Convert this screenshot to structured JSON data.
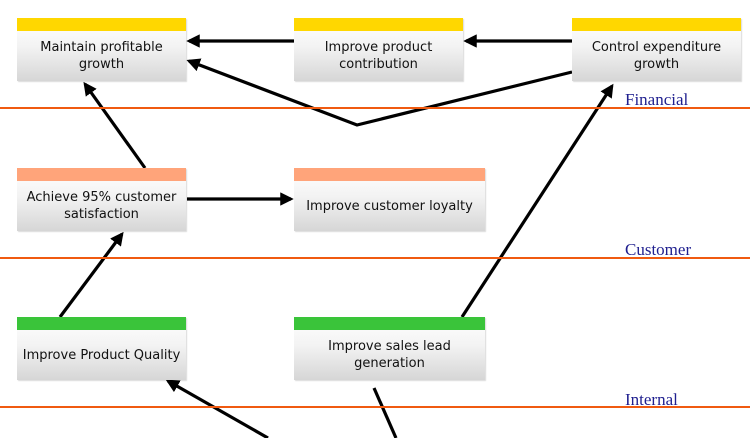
{
  "colors": {
    "financial_bar": "#ffd700",
    "customer_bar": "#ffa47a",
    "internal_bar": "#3ac43a",
    "divider": "#f05a10",
    "perspective_label": "#1f1f8f",
    "arrow": "#000000"
  },
  "perspectives": {
    "financial": "Financial",
    "customer": "Customer",
    "internal": "Internal"
  },
  "objectives": {
    "maintain_growth": "Maintain profitable growth",
    "improve_contribution": "Improve product contribution",
    "control_expenditure": "Control expenditure growth",
    "customer_satisfaction": "Achieve 95% customer satisfaction",
    "customer_loyalty": "Improve customer loyalty",
    "product_quality": "Improve Product Quality",
    "sales_lead": "Improve sales lead generation"
  }
}
